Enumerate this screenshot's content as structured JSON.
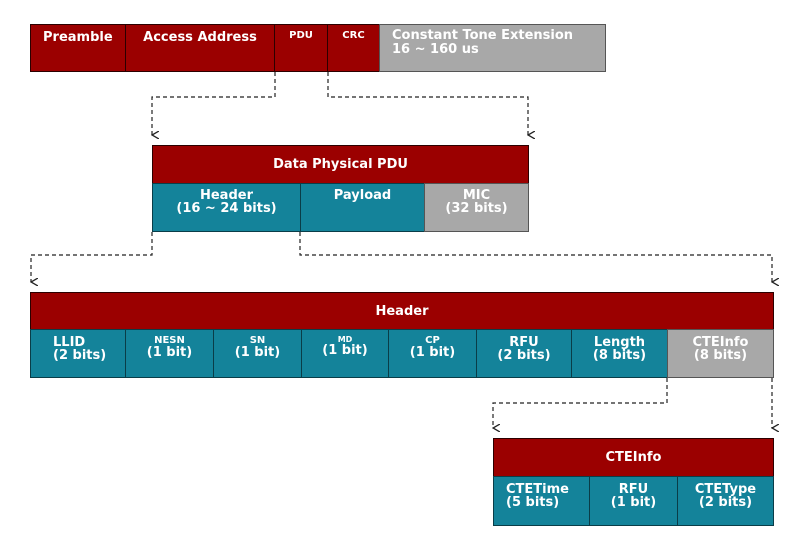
{
  "packet": {
    "preamble": "Preamble",
    "access_address": "Access Address",
    "pdu": "PDU",
    "crc": "CRC",
    "cte_line1": "Constant Tone Extension",
    "cte_line2": "16 ~ 160 us"
  },
  "data_pdu": {
    "title": "Data Physical PDU",
    "header_line1": "Header",
    "header_line2": "(16 ~ 24 bits)",
    "payload": "Payload",
    "mic_line1": "MIC",
    "mic_line2": "(32 bits)"
  },
  "header": {
    "title": "Header",
    "fields": [
      {
        "name": "LLID",
        "bits": "(2 bits)"
      },
      {
        "name": "NESN",
        "bits": "(1 bit)"
      },
      {
        "name": "SN",
        "bits": "(1 bit)"
      },
      {
        "name": "MD",
        "bits": "(1 bit)"
      },
      {
        "name": "CP",
        "bits": "(1 bit)"
      },
      {
        "name": "RFU",
        "bits": "(2 bits)"
      },
      {
        "name": "Length",
        "bits": "(8 bits)"
      },
      {
        "name": "CTEInfo",
        "bits": "(8 bits)"
      }
    ]
  },
  "cteinfo": {
    "title": "CTEInfo",
    "fields": [
      {
        "name": "CTETime",
        "bits": "(5 bits)"
      },
      {
        "name": "RFU",
        "bits": "(1 bit)"
      },
      {
        "name": "CTEType",
        "bits": "(2 bits)"
      }
    ]
  },
  "colors": {
    "field_red": "#9b0000",
    "field_teal": "#14839a",
    "field_grey": "#a8a8a8"
  }
}
